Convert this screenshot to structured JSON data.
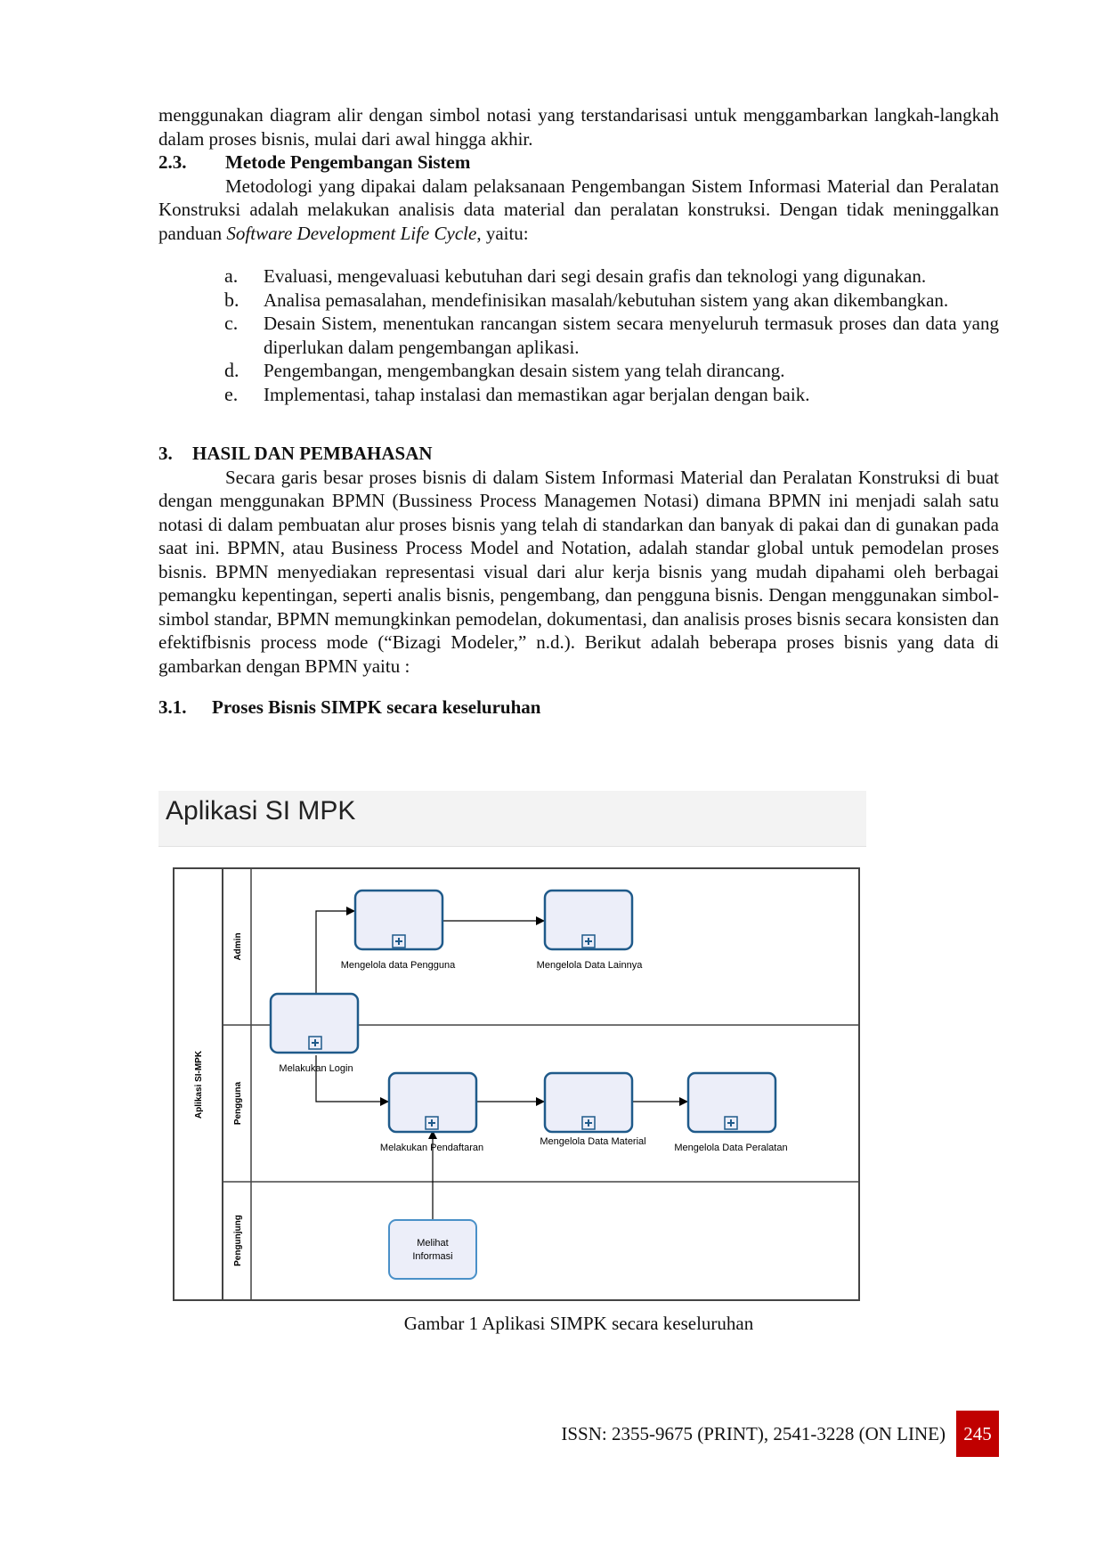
{
  "intro_paragraph": "menggunakan diagram alir dengan simbol notasi yang terstandarisasi untuk menggambarkan langkah-langkah dalam proses bisnis, mulai dari awal hingga akhir.",
  "section_2_3": {
    "number": "2.3.",
    "title": "Metode Pengembangan Sistem",
    "para_before": "Metodologi yang dipakai dalam pelaksanaan Pengembangan Sistem Informasi Material dan Peralatan Konstruksi adalah melakukan analisis data material dan peralatan konstruksi. Dengan tidak meninggalkan panduan ",
    "para_italic": "Software Development Life Cycle",
    "para_after": ", yaitu:",
    "items": [
      {
        "mark": "a.",
        "text": "Evaluasi, mengevaluasi kebutuhan dari segi desain grafis dan teknologi yang digunakan."
      },
      {
        "mark": "b.",
        "text": "Analisa pemasalahan, mendefinisikan masalah/kebutuhan sistem yang akan dikembangkan."
      },
      {
        "mark": "c.",
        "text": "Desain Sistem, menentukan rancangan sistem secara menyeluruh termasuk proses dan data yang diperlukan dalam pengembangan aplikasi."
      },
      {
        "mark": "d.",
        "text": "Pengembangan, mengembangkan desain sistem yang telah dirancang."
      },
      {
        "mark": "e.",
        "text": "Implementasi, tahap instalasi dan memastikan agar berjalan dengan baik."
      }
    ]
  },
  "section_3": {
    "number": "3.",
    "title": "HASIL DAN PEMBAHASAN",
    "paragraph": "Secara garis besar proses bisnis di dalam Sistem Informasi Material dan Peralatan Konstruksi di buat dengan menggunakan BPMN (Bussiness Process Managemen Notasi) dimana BPMN ini menjadi salah satu notasi di dalam pembuatan alur proses bisnis yang telah di standarkan dan banyak di pakai dan di gunakan pada saat ini. BPMN, atau Business Process Model and Notation, adalah standar global untuk pemodelan proses bisnis. BPMN menyediakan representasi visual dari alur kerja bisnis yang mudah dipahami oleh berbagai pemangku kepentingan, seperti analis bisnis, pengembang, dan pengguna bisnis. Dengan menggunakan simbol-simbol standar, BPMN memungkinkan pemodelan, dokumentasi, dan analisis proses bisnis secara konsisten dan efektifbisnis process mode (“Bizagi Modeler,” n.d.). Berikut adalah beberapa proses bisnis yang data di gambarkan dengan BPMN yaitu :"
  },
  "section_3_1": {
    "number": "3.1.",
    "title": "Proses Bisnis SIMPK secara keseluruhan"
  },
  "figure": {
    "banner_title": "Aplikasi SI MPK",
    "pool_label": "Aplikasi SI-MPK",
    "lanes": [
      "Admin",
      "Pengguna",
      "Pengunjung"
    ],
    "tasks": {
      "login": "Melakukan Login",
      "kelola_pengguna": "Mengelola data Pengguna",
      "kelola_lainnya": "Mengelola Data Lainnya",
      "pendaftaran": "Melakukan Pendaftaran",
      "kelola_material": "Mengelola Data Material",
      "kelola_peralatan": "Mengelola Data Peralatan",
      "melihat_info_1": "Melihat",
      "melihat_info_2": "Informasi"
    },
    "caption": "Gambar 1 Aplikasi SIMPK secara keseluruhan"
  },
  "footer": {
    "issn": "ISSN: 2355-9675 (PRINT), 2541-3228 (ON LINE)",
    "page_number": "245"
  }
}
